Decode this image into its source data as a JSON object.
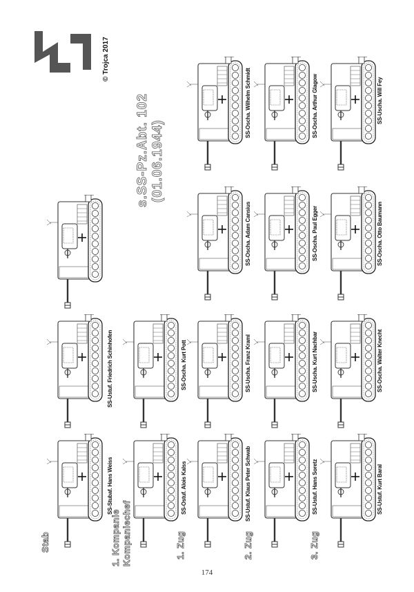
{
  "copyright": "© Trojca 2017",
  "unit_title": "s.SS-Pz.Abt. 102",
  "unit_date": "(01.06.1944)",
  "page_number": "174",
  "icon": "sig-rune-icon",
  "sections": {
    "stab": "Stab",
    "kompanie_line1": "1. Kompanie",
    "kompanie_line2": "Kompaniechef",
    "zug1": "1. Zug",
    "zug2": "2. Zug",
    "zug3": "3. Zug"
  },
  "tanks": {
    "stab1": "SS-Stubaf. Hans Weiss",
    "stab2": "SS-Ustuf. Friedrich Schinhofen",
    "chef": "SS-Ostuf. Alois Kalss",
    "chef2": "SS-Oscha. Kurt Pott",
    "z1_1": "SS-Ustuf. Klaus Peter Schwab",
    "z1_2": "SS-Uscha. Franz Kraml",
    "z1_3": "SS-Oscha. Adam Cansius",
    "z1_4": "SS-Oscha. Wilhelm Schmidt",
    "z2_1": "SS-Ustuf. Hans Soretz",
    "z2_2": "SS-Uscha. Kurt Nachbar",
    "z2_3": "SS-Oscha. Paul Egger",
    "z2_4": "SS-Oscha. Arthur Glagow",
    "z3_1": "SS-Ustuf. Kurt Baral",
    "z3_2": "SS-Oscha. Walter Knecht",
    "z3_3": "SS-Oscha. Otto Baumann",
    "z3_4": "SS-Uscha. Will Fey"
  }
}
